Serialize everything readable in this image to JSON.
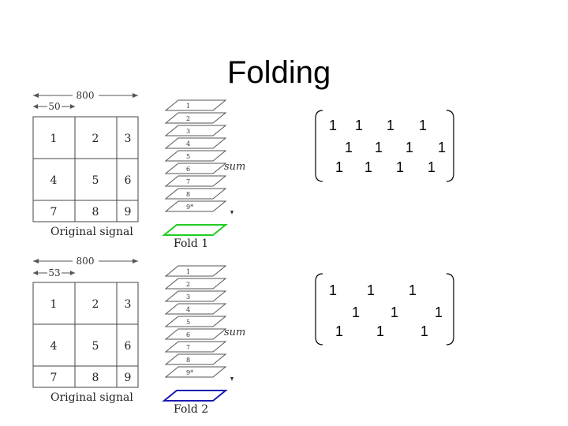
{
  "title": "Folding",
  "panels": [
    {
      "width_label": "800",
      "offset_label": "50",
      "grid": [
        [
          "1",
          "2",
          "3"
        ],
        [
          "4",
          "5",
          "6"
        ],
        [
          "7",
          "8",
          "9"
        ]
      ],
      "caption": "Original signal",
      "plane_labels": [
        "1",
        "2",
        "3",
        "4",
        "5",
        "6",
        "7",
        "8",
        "9*"
      ],
      "sum_label": "sum",
      "fold_label": "Fold 1",
      "fold_color": "#22cc22",
      "matrix_rows": [
        [
          "1",
          "1",
          "1",
          "1"
        ],
        [
          "1",
          "1",
          "1",
          "1"
        ],
        [
          "1",
          "1",
          "1",
          "1"
        ]
      ]
    },
    {
      "width_label": "800",
      "offset_label": "53",
      "grid": [
        [
          "1",
          "2",
          "3"
        ],
        [
          "4",
          "5",
          "6"
        ],
        [
          "7",
          "8",
          "9"
        ]
      ],
      "caption": "Original signal",
      "plane_labels": [
        "1",
        "2",
        "3",
        "4",
        "5",
        "6",
        "7",
        "8",
        "9*"
      ],
      "sum_label": "sum",
      "fold_label": "Fold 2",
      "fold_color": "#1a1ab0",
      "matrix_rows": [
        [
          "1",
          "1",
          "1"
        ],
        [
          "1",
          "1",
          "1"
        ],
        [
          "1",
          "1",
          "1"
        ]
      ]
    }
  ]
}
